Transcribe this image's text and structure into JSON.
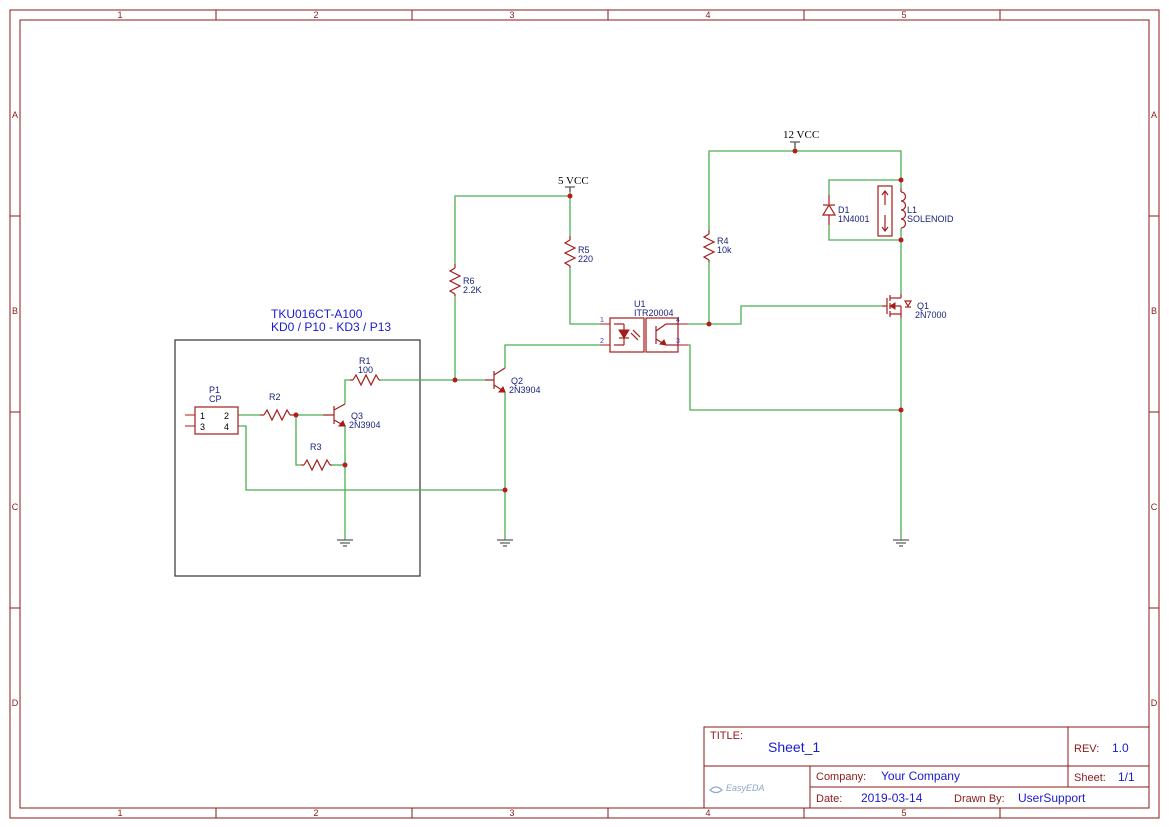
{
  "zones": {
    "columns": [
      "1",
      "2",
      "3",
      "4",
      "5"
    ],
    "rows": [
      "A",
      "B",
      "C",
      "D"
    ]
  },
  "note": {
    "line1": "TKU016CT-A100",
    "line2": "KD0 / P10 - KD3 / P13"
  },
  "power": {
    "vcc5": "5 VCC",
    "vcc12": "12 VCC"
  },
  "components": {
    "p1": {
      "ref": "P1",
      "value": "CP",
      "pins": [
        "1",
        "2",
        "3",
        "4"
      ]
    },
    "r1": {
      "ref": "R1",
      "value": "100"
    },
    "r2": {
      "ref": "R2"
    },
    "r3": {
      "ref": "R3"
    },
    "r4": {
      "ref": "R4",
      "value": "10k"
    },
    "r5": {
      "ref": "R5",
      "value": "220"
    },
    "r6": {
      "ref": "R6",
      "value": "2.2K"
    },
    "q1": {
      "ref": "Q1",
      "value": "2N7000"
    },
    "q2": {
      "ref": "Q2",
      "value": "2N3904"
    },
    "q3": {
      "ref": "Q3",
      "value": "2N3904"
    },
    "u1": {
      "ref": "U1",
      "value": "ITR20004",
      "pins": [
        "1",
        "2",
        "3",
        "4"
      ]
    },
    "d1": {
      "ref": "D1",
      "value": "1N4001"
    },
    "l1": {
      "ref": "L1",
      "value": "SOLENOID"
    }
  },
  "title_block": {
    "title_label": "TITLE:",
    "title_value": "Sheet_1",
    "rev_label": "REV:",
    "rev_value": "1.0",
    "company_label": "Company:",
    "company_value": "Your Company",
    "sheet_label": "Sheet:",
    "sheet_value": "1/1",
    "date_label": "Date:",
    "date_value": "2019-03-14",
    "drawn_label": "Drawn By:",
    "drawn_value": "UserSupport",
    "logo": "EasyEDA"
  },
  "colors": {
    "frame": "#8b1a1a",
    "wire": "#4caf50",
    "component": "#a51c1c",
    "label": "#1a237e",
    "note": "#1a1ad0"
  }
}
